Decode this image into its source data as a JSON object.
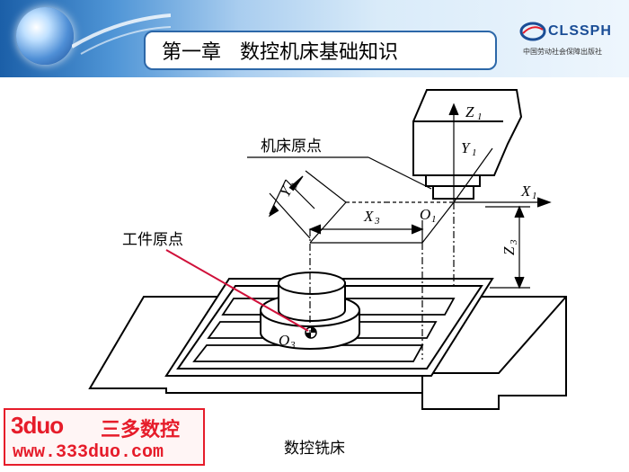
{
  "header": {
    "title": "第一章   数控机床基础知识",
    "logo_text": "CLSSPH",
    "logo_subtitle": "中国劳动社会保障出版社"
  },
  "diagram": {
    "labels": {
      "machine_origin": "机床原点",
      "workpiece_origin": "工件原点",
      "z1": "Z",
      "y1": "Y",
      "x1": "X",
      "o1": "O",
      "sub1": "1",
      "y3": "Y",
      "x3": "X",
      "z3": "Z",
      "o3": "O",
      "sub3": "3"
    }
  },
  "caption": "数控铣床",
  "watermark": {
    "brand": "3duo",
    "name": "三多数控",
    "url": "www.333duo.com"
  }
}
